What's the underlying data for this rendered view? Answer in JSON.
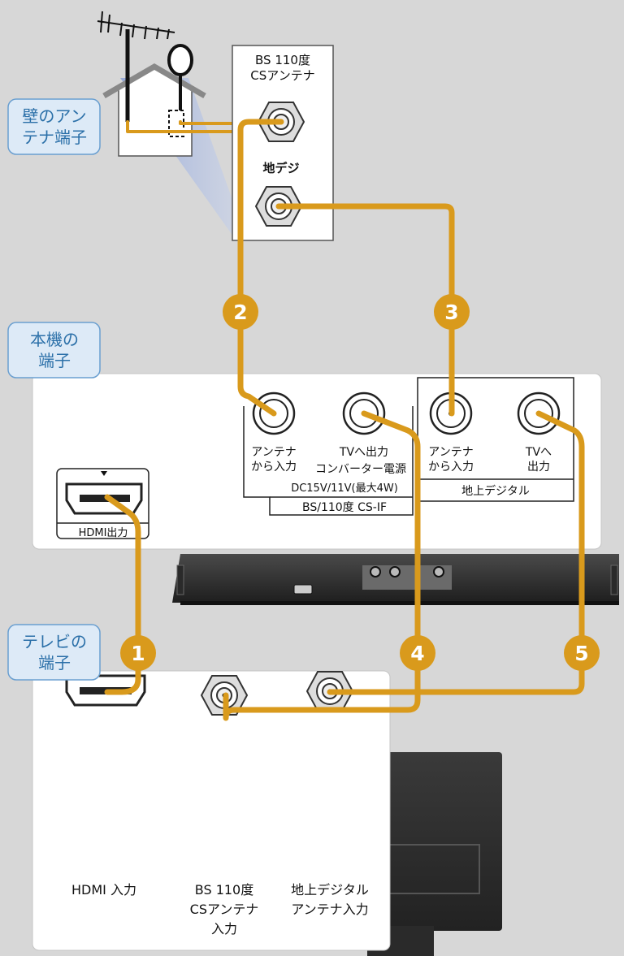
{
  "callouts": {
    "wall": [
      "壁のアン",
      "テナ端子"
    ],
    "unit": [
      "本機の",
      "端子"
    ],
    "tv": [
      "テレビの",
      "端子"
    ]
  },
  "wall_panel": {
    "bs_line1": "BS 110度",
    "bs_line2": "CSアンテナ",
    "terrestrial": "地デジ"
  },
  "recorder": {
    "hdmi_out": "HDMI出力",
    "bs_antenna_in": [
      "アンテナ",
      "から入力"
    ],
    "bs_tv_out": "TVへ出力",
    "converter_power": "コンバーター電源",
    "converter_spec": "DC15V/11V(最大4W)",
    "bs_group": "BS/110度 CS-IF",
    "terr_antenna_in": [
      "アンテナ",
      "から入力"
    ],
    "terr_tv_out": [
      "TVへ",
      "出力"
    ],
    "terr_group": "地上デジタル"
  },
  "tv": {
    "hdmi_in": "HDMI 入力",
    "bs_in": [
      "BS 110度",
      "CSアンテナ",
      "入力"
    ],
    "terr_in": [
      "地上デジタル",
      "アンテナ入力"
    ]
  },
  "steps": [
    "1",
    "2",
    "3",
    "4",
    "5"
  ],
  "colors": {
    "cable": "#d99a1c",
    "step_badge": "#d99a1c",
    "callout_fill": "#ddeaf7",
    "callout_stroke": "#6a9fd0"
  }
}
